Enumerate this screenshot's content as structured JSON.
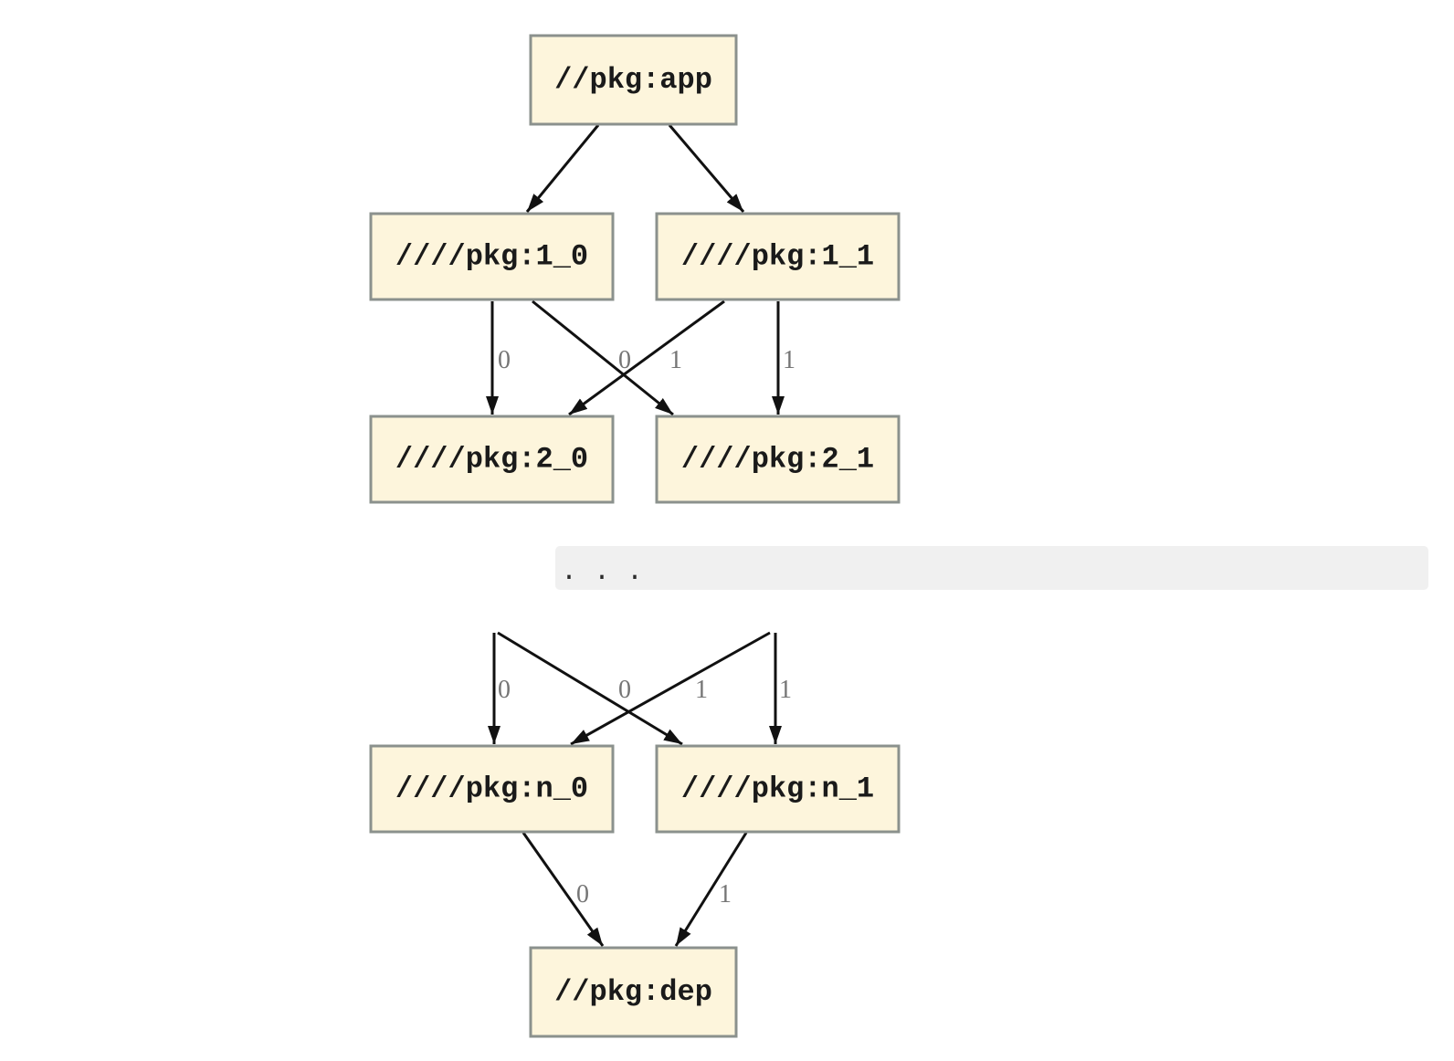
{
  "diagram": {
    "type": "dependency-graph",
    "nodes": [
      {
        "id": "app",
        "label": "//pkg:app"
      },
      {
        "id": "1_0",
        "label": "////pkg:1_0"
      },
      {
        "id": "1_1",
        "label": "////pkg:1_1"
      },
      {
        "id": "2_0",
        "label": "////pkg:2_0"
      },
      {
        "id": "2_1",
        "label": "////pkg:2_1"
      },
      {
        "id": "n_0",
        "label": "////pkg:n_0"
      },
      {
        "id": "n_1",
        "label": "////pkg:n_1"
      },
      {
        "id": "dep",
        "label": "//pkg:dep"
      }
    ],
    "ellipsis_text": ". . .",
    "edges": [
      {
        "from": "app",
        "to": "1_0",
        "label": ""
      },
      {
        "from": "app",
        "to": "1_1",
        "label": ""
      },
      {
        "from": "1_0",
        "to": "2_0",
        "label": "0"
      },
      {
        "from": "1_0",
        "to": "2_1",
        "label": "1"
      },
      {
        "from": "1_1",
        "to": "2_0",
        "label": "0"
      },
      {
        "from": "1_1",
        "to": "2_1",
        "label": "1"
      },
      {
        "from": "ellipsis",
        "to": "n_0",
        "label": "0"
      },
      {
        "from": "ellipsis",
        "to": "n_1",
        "label": "1"
      },
      {
        "from": "ellipsis",
        "to": "n_0",
        "label": "0"
      },
      {
        "from": "ellipsis",
        "to": "n_1",
        "label": "1"
      },
      {
        "from": "n_0",
        "to": "dep",
        "label": "0"
      },
      {
        "from": "n_1",
        "to": "dep",
        "label": "1"
      }
    ],
    "colors": {
      "node_fill": "#FDF5DC",
      "node_border": "#8B918D",
      "edge": "#111111",
      "edge_label": "#757575",
      "node_text": "#1a1a1a",
      "ellipsis_background": "#f0f0f0"
    }
  }
}
